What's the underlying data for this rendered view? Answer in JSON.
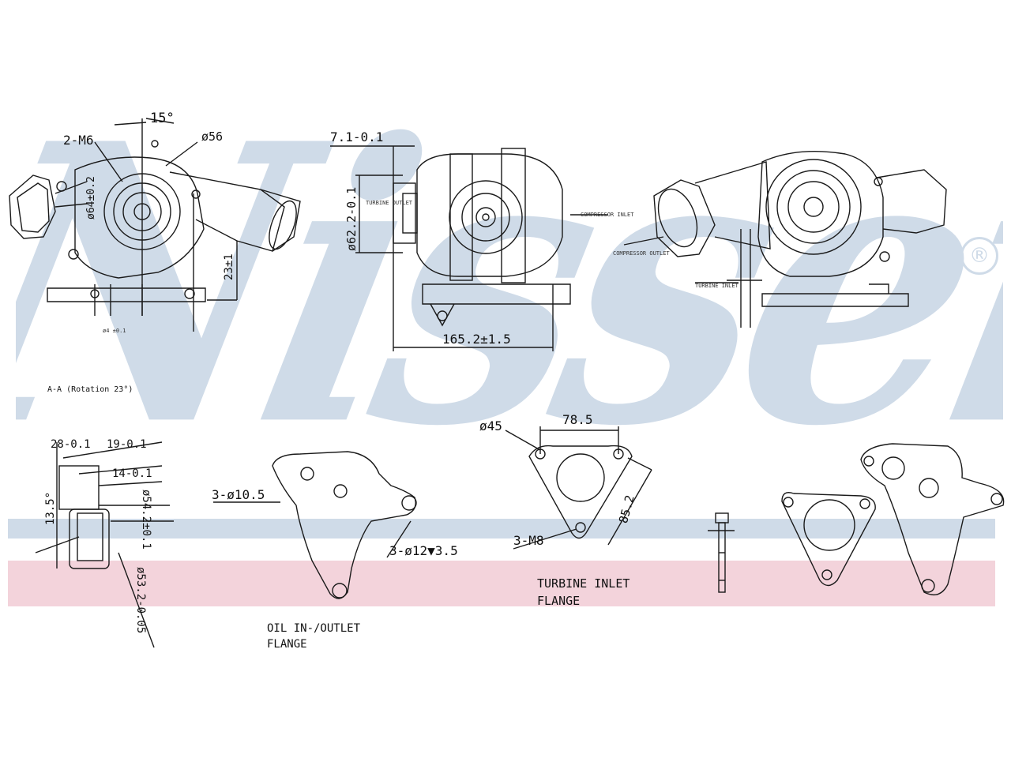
{
  "colors": {
    "watermark_blue": "#cfdbe8",
    "watermark_red": "#f3d3db",
    "line": "#1a1a1a"
  },
  "watermark": {
    "brand": "Nissens",
    "registered": "®"
  },
  "top_views": {
    "left": {
      "angle": "15°",
      "thread": "2-M6",
      "dia": "ø56",
      "bore": "ø64±0.2",
      "offset": "23±1",
      "note": "ø4 ±0.1",
      "section": "A-A (Rotation 23°)"
    },
    "middle": {
      "offset": "7.1-0.1",
      "dia": "ø62.2-0.1",
      "length": "165.2±1.5",
      "note_left": "TURBINE OUTLET",
      "note_right": "COMPRESSOR INLET"
    },
    "right": {
      "note_outlet": "COMPRESSOR OUTLET",
      "note_turbine": "TURBINE INLET"
    }
  },
  "bottom_views": {
    "pipe": {
      "d1": "28-0.1",
      "d2": "19-0.1",
      "d3": "14-0.1",
      "angle": "13.5°",
      "dia1": "ø54.2±0.1",
      "dia2": "ø53.2-0.05"
    },
    "oil_flange": {
      "holes": "3-ø10.5",
      "holes2": "3-ø12▼3.5",
      "caption_line1": "OIL IN-/OUTLET",
      "caption_line2": "FLANGE"
    },
    "turbine_flange": {
      "dia": "ø45",
      "span": "78.5",
      "diag": "85.2",
      "thread": "3-M8",
      "caption_line1": "TURBINE INLET",
      "caption_line2": "FLANGE"
    }
  }
}
